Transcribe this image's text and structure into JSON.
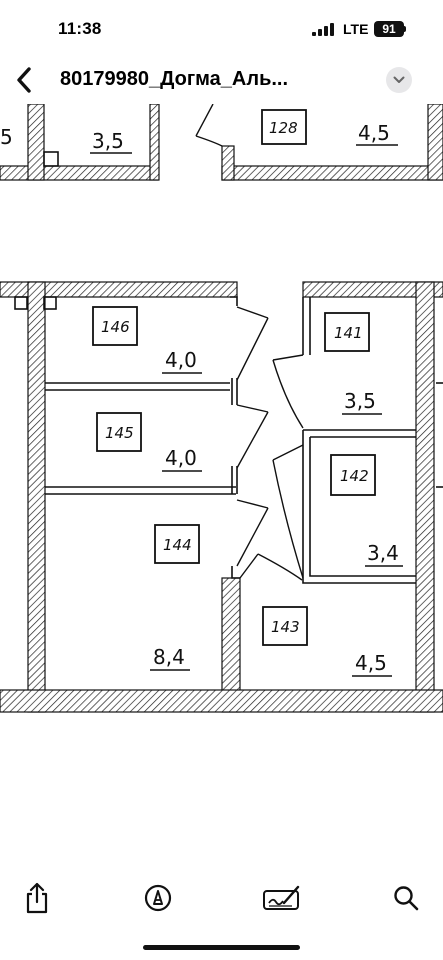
{
  "status_bar": {
    "time": "11:38",
    "network": "LTE",
    "battery": "91"
  },
  "navigation": {
    "title": "80179980_Догма_Аль..."
  },
  "floor_plan": {
    "rooms_top": [
      {
        "number": "",
        "area": "5"
      },
      {
        "number": "",
        "area": "3,5"
      },
      {
        "number": "128",
        "area": "4,5"
      }
    ],
    "rooms_left": [
      {
        "number": "146",
        "area": "4,0"
      },
      {
        "number": "145",
        "area": "4,0"
      },
      {
        "number": "144",
        "area": "8,4"
      }
    ],
    "rooms_right": [
      {
        "number": "141",
        "area": "3,5"
      },
      {
        "number": "142",
        "area": "3,4"
      },
      {
        "number": "143",
        "area": "4,5"
      }
    ]
  },
  "toolbar": {
    "icons": [
      "share-icon",
      "markup-icon",
      "signature-icon",
      "search-icon"
    ]
  }
}
